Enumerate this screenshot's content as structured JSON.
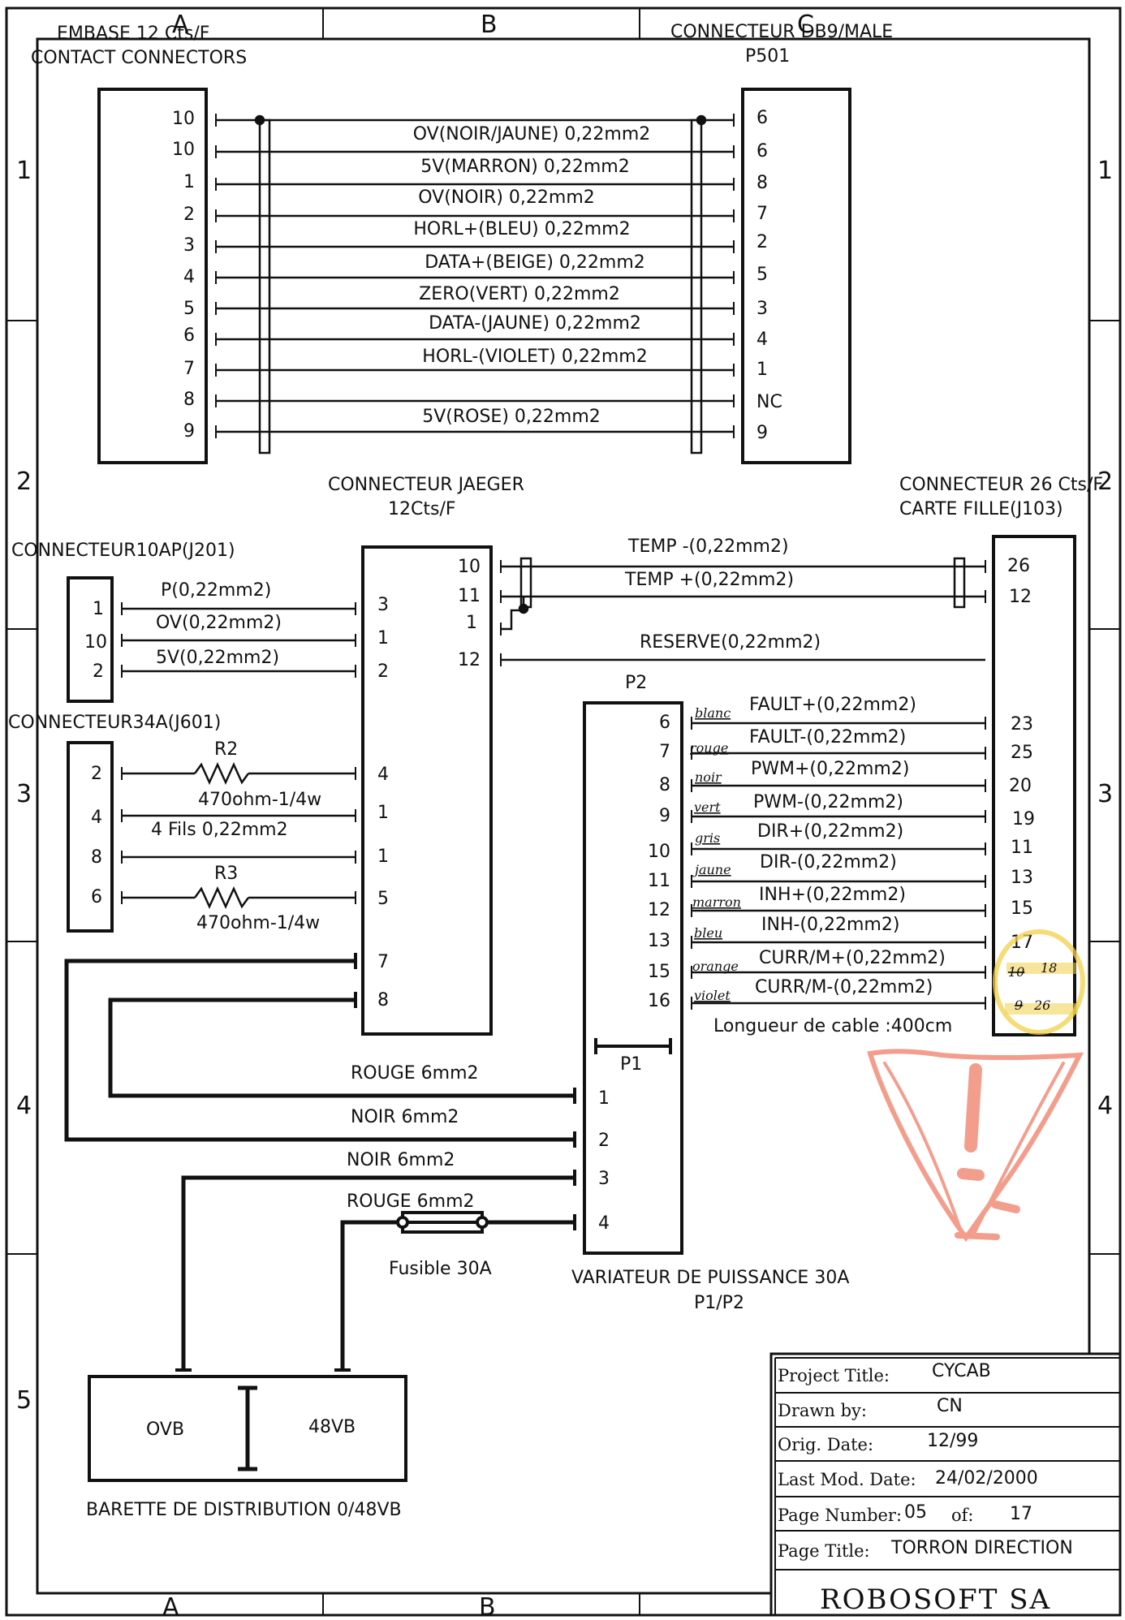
{
  "grid": {
    "columns_top": [
      "A",
      "B",
      "C"
    ],
    "columns_bottom": [
      "A",
      "B"
    ],
    "rows": [
      "1",
      "2",
      "3",
      "4",
      "5"
    ]
  },
  "connectors": {
    "embase": {
      "title": "EMBASE 12 Cts/F",
      "subtitle": "CONTACT CONNECTORS",
      "pins": [
        "10",
        "10",
        "1",
        "2",
        "3",
        "4",
        "5",
        "6",
        "7",
        "8",
        "9"
      ]
    },
    "db9": {
      "title": "CONNECTEUR DB9/MALE",
      "subtitle": "P501",
      "pins": [
        "6",
        "6",
        "8",
        "7",
        "2",
        "5",
        "3",
        "4",
        "1",
        "NC",
        "9"
      ]
    },
    "jaeger": {
      "title": "CONNECTEUR JAEGER",
      "subtitle": "12Cts/F",
      "pins_left": [
        "3",
        "1",
        "2",
        "4",
        "1",
        "1",
        "5",
        "7",
        "8"
      ],
      "pins_right": [
        "10",
        "11",
        "1",
        "12"
      ]
    },
    "j201": {
      "title": "CONNECTEUR10AP(J201)",
      "pins": [
        "1",
        "10",
        "2"
      ]
    },
    "j601": {
      "title": "CONNECTEUR34A(J601)",
      "pins": [
        "2",
        "4",
        "8",
        "6"
      ]
    },
    "j103": {
      "title": "CONNECTEUR 26 Cts/F",
      "subtitle": "CARTE FILLE(J103)",
      "pins": [
        "26",
        "12",
        "23",
        "25",
        "20",
        "19",
        "11",
        "13",
        "15",
        "17"
      ]
    },
    "variateur": {
      "label_p2": "P2",
      "label_p1": "P1",
      "p2_pins": [
        "6",
        "7",
        "8",
        "9",
        "10",
        "11",
        "12",
        "13",
        "15",
        "16"
      ],
      "p1_pins": [
        "1",
        "2",
        "3",
        "4"
      ],
      "title": "VARIATEUR DE PUISSANCE 30A",
      "subtitle": "P1/P2"
    },
    "barette": {
      "ov": "OVB",
      "v48": "48VB",
      "title": "BARETTE DE DISTRIBUTION 0/48VB"
    }
  },
  "wires": {
    "embase_db9": [
      "OV(NOIR/JAUNE) 0,22mm2",
      "5V(MARRON) 0,22mm2",
      "OV(NOIR) 0,22mm2",
      "HORL+(BLEU) 0,22mm2",
      "DATA+(BEIGE) 0,22mm2",
      "ZERO(VERT) 0,22mm2",
      "DATA-(JAUNE) 0,22mm2",
      "HORL-(VIOLET) 0,22mm2",
      "5V(ROSE) 0,22mm2"
    ],
    "j201": [
      "P(0,22mm2)",
      "OV(0,22mm2)",
      "5V(0,22mm2)"
    ],
    "j601": {
      "r2": "R2",
      "r2_value": "470ohm-1/4w",
      "fils": "4 Fils 0,22mm2",
      "r3": "R3",
      "r3_value": "470ohm-1/4w"
    },
    "temp": [
      "TEMP -(0,22mm2)",
      "TEMP +(0,22mm2)"
    ],
    "reserve": "RESERVE(0,22mm2)",
    "signals": [
      "FAULT+(0,22mm2)",
      "FAULT-(0,22mm2)",
      "PWM+(0,22mm2)",
      "PWM-(0,22mm2)",
      "DIR+(0,22mm2)",
      "DIR-(0,22mm2)",
      "INH+(0,22mm2)",
      "INH-(0,22mm2)",
      "CURR/M+(0,22mm2)",
      "CURR/M-(0,22mm2)"
    ],
    "signal_colors": [
      "blanc",
      "rouge",
      "noir",
      "vert",
      "gris",
      "jaune",
      "marron",
      "bleu",
      "orange",
      "violet"
    ],
    "power": [
      "ROUGE 6mm2",
      "NOIR 6mm2",
      "NOIR 6mm2",
      "ROUGE 6mm2"
    ],
    "fuse": "Fusible 30A",
    "cable_length": "Longueur de cable :400cm"
  },
  "annotations": {
    "j103_corrections": {
      "old_1": "10",
      "new_1": "18",
      "old_2": "9",
      "new_2": "26"
    },
    "highlight_color": "#f2d04a",
    "warning_color": "#f28c7a",
    "warning_icon": "exclamation-icon"
  },
  "title_block": {
    "project_title_label": "Project Title:",
    "project_title": "CYCAB",
    "drawn_by_label": "Drawn by:",
    "drawn_by": "CN",
    "orig_date_label": "Orig. Date:",
    "orig_date": "12/99",
    "last_mod_label": "Last Mod. Date:",
    "last_mod": "24/02/2000",
    "page_number_label": "Page Number:",
    "page_number": "05",
    "of_label": "of:",
    "page_total": "17",
    "page_title_label": "Page Title:",
    "page_title": "TORRON DIRECTION",
    "company": "ROBOSOFT SA"
  }
}
